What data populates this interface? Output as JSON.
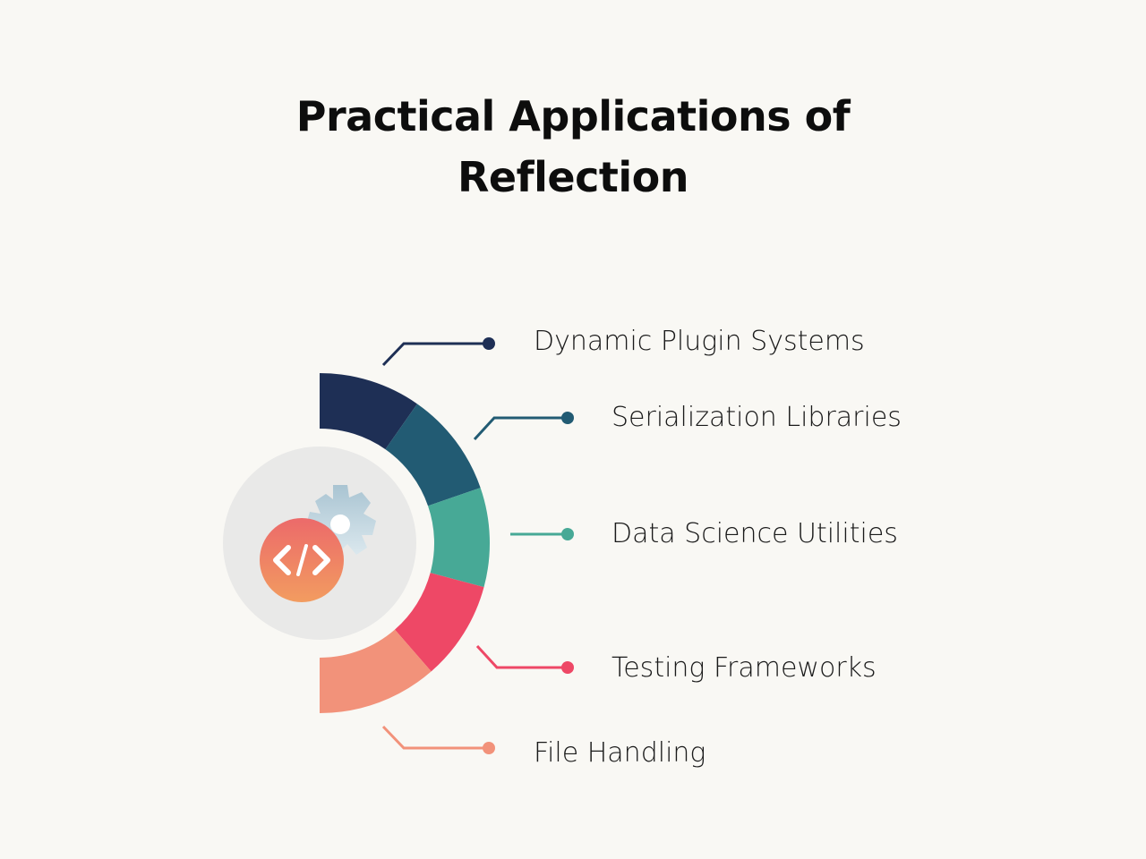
{
  "title": {
    "line1": "Practical Applications of",
    "line2": "Reflection"
  },
  "items": [
    {
      "label": "Dynamic Plugin Systems",
      "color": "#1e2f55"
    },
    {
      "label": "Serialization Libraries",
      "color": "#225b73"
    },
    {
      "label": "Data Science Utilities",
      "color": "#47a996"
    },
    {
      "label": "Testing Frameworks",
      "color": "#ee4866"
    },
    {
      "label": "File Handling",
      "color": "#f2927a"
    }
  ],
  "center_icon": {
    "name": "code-icon",
    "secondary": "gear-icon"
  }
}
